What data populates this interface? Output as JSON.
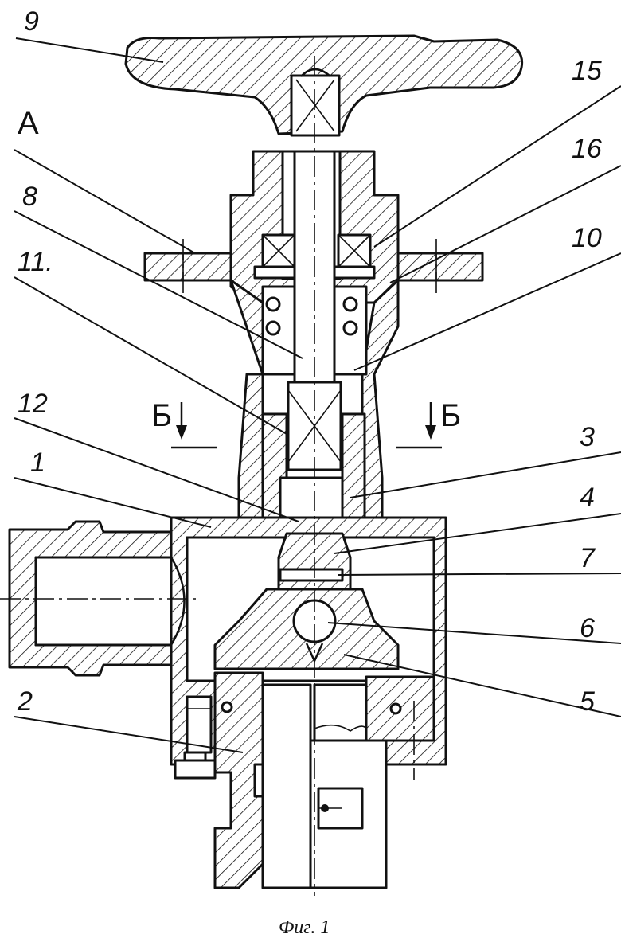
{
  "labels": {
    "n9": "9",
    "nA": "A",
    "n8": "8",
    "n11": "11.",
    "n12": "12",
    "n1": "1",
    "n2": "2",
    "n15": "15",
    "n16": "16",
    "n10": "10",
    "n3": "3",
    "n4": "4",
    "n7": "7",
    "n6": "6",
    "n5": "5",
    "bLeft": "Б",
    "bRight": "Б"
  },
  "caption": "Фиг. 1"
}
